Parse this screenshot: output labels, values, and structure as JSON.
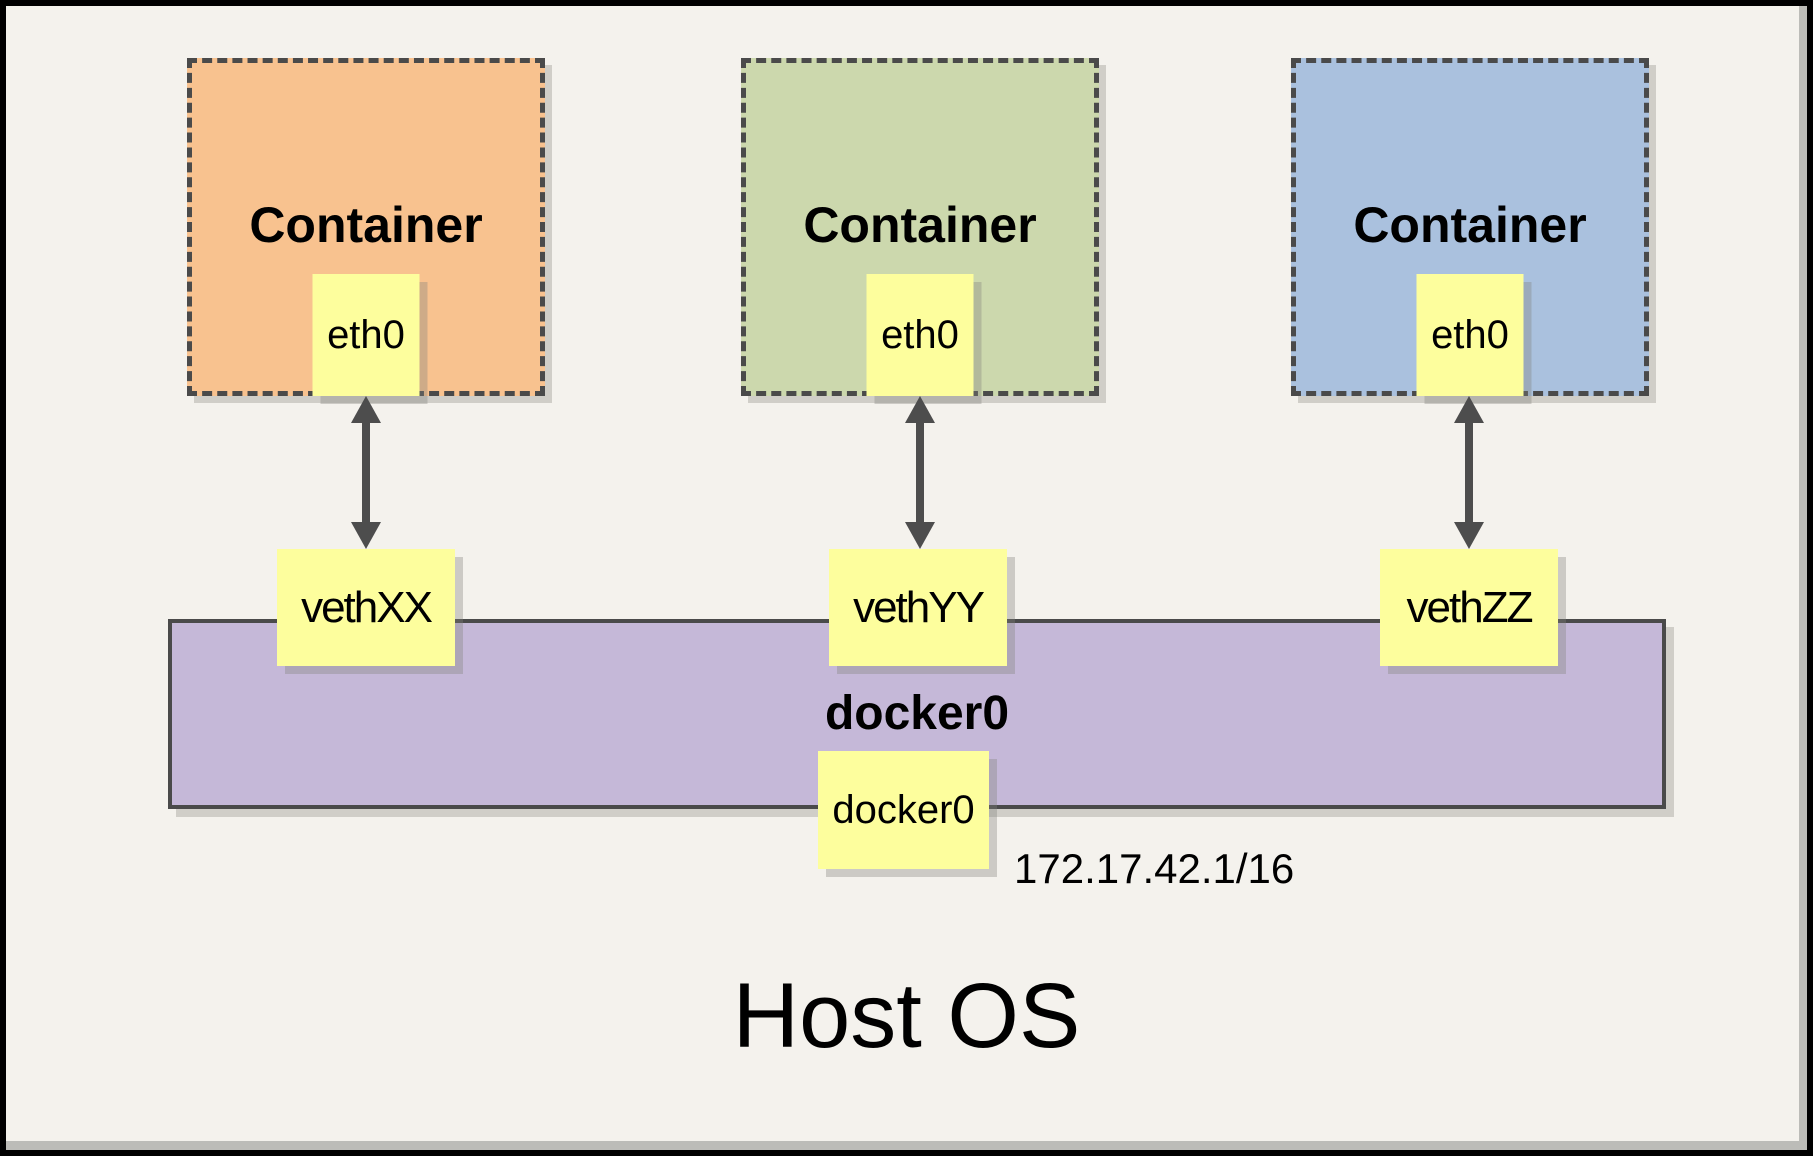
{
  "diagram_title": "Host OS",
  "containers": [
    {
      "label": "Container",
      "interface": "eth0",
      "veth": "vethXX",
      "fill": "#f8c28f"
    },
    {
      "label": "Container",
      "interface": "eth0",
      "veth": "vethYY",
      "fill": "#ccd8ad"
    },
    {
      "label": "Container",
      "interface": "eth0",
      "veth": "vethZZ",
      "fill": "#aac1de"
    }
  ],
  "bridge": {
    "name": "docker0",
    "interface_label": "docker0",
    "ip": "172.17.42.1/16",
    "fill": "#c5b8d8"
  },
  "colors": {
    "background": "#f4f2ed",
    "note_yellow": "#fdfe9d",
    "line_gray": "#4a4a4a",
    "frame_black": "#000000"
  }
}
